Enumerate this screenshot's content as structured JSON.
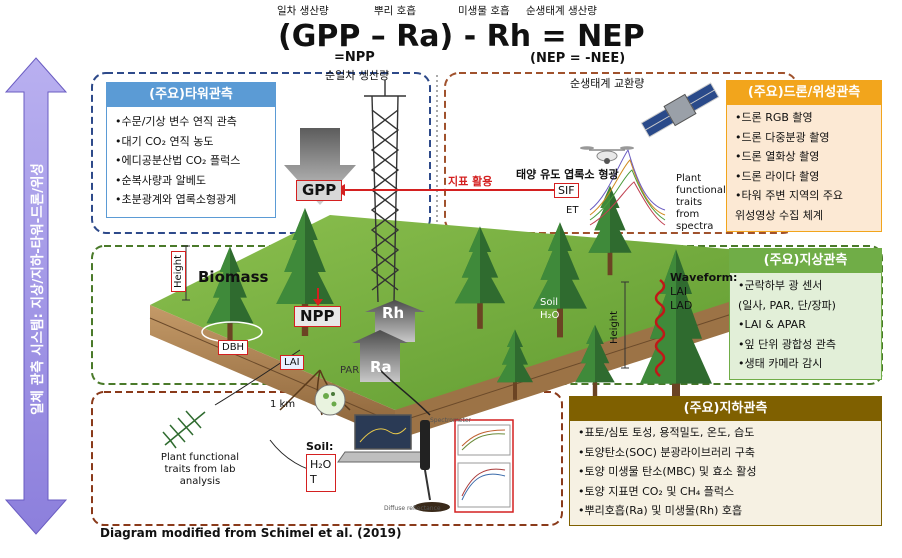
{
  "formula": {
    "gpp_label": "일차 생산량",
    "ra_label": "뿌리 호흡",
    "rh_label": "미생물 호흡",
    "nep_label": "순생태계 생산량",
    "main": "(GPP – Ra) - Rh = NEP",
    "npp_note": "=NPP",
    "nee_note": "(NEP = -NEE)"
  },
  "side_arrow": {
    "text": "일체 관측 시스템: 지상/지하-타워-드론/위성",
    "color": "#9b8fe0"
  },
  "tower_panel": {
    "title": "(주요)타워관측",
    "head_color": "#5b9bd5",
    "items": [
      "•수문/기상 변수 연직 관측",
      "•대기 CO₂ 연직 농도",
      "•에디공분산법 CO₂ 플럭스",
      "•순복사량과 알베도",
      "•초분광계와 엽록소형광계"
    ]
  },
  "drone_panel": {
    "title": "(주요)드론/위성관측",
    "head_color": "#f2a51c",
    "items": [
      "•드론 RGB 촬영",
      "•드론 다중분광 촬영",
      "•드론 열화상 촬영",
      "•드론 라이다 촬영",
      "•타워 주변 지역의 주요",
      " 위성영상 수집 체계"
    ]
  },
  "ground_panel": {
    "title": "(주요)지상관측",
    "head_color": "#70ad47",
    "items": [
      "•군락하부 광 센서",
      " (일사, PAR, 단/장파)",
      "•LAI & APAR",
      "•잎 단위 광합성 관측",
      "•생태 카메라 감시"
    ]
  },
  "soil_panel": {
    "title": "(주요)지하관측",
    "head_color": "#7f6000",
    "items": [
      "•표토/심토 토성, 용적밀도, 온도, 습도",
      "•토양탄소(SOC) 분광라이브러리 구축",
      "•토양 미생물 탄소(MBC) 및 효소 활성",
      "•토양 지표면 CO₂ 및 CH₄ 플럭스",
      "•뿌리호흡(Ra) 및 미생물(Rh) 호흡"
    ]
  },
  "scene_labels": {
    "npp_top": "순일차 생산량",
    "nee_top": "순생태계 교환량",
    "gpp": "GPP",
    "biomass": "Biomass",
    "npp": "NPP",
    "rh": "Rh",
    "ra": "Ra",
    "height": "Height",
    "height2": "Height",
    "dbh": "DBH",
    "lai": "LAI",
    "par": "PAR",
    "km": "1 km",
    "soil_h2o": "Soil H₂O",
    "sif_arrow": "지표 활용",
    "sif": "SIF",
    "et": "ET",
    "sun_induced": "태양 유도 엽록소 형광",
    "pft_spectra": "Plant functional traits from spectra",
    "waveform": "Waveform:",
    "lai2": "LAI",
    "lad": "LAD",
    "soil_label": "Soil:",
    "soil_h2o_box": "H₂O",
    "soil_t_box": "T",
    "pft_lab": "Plant functional traits from lab analysis",
    "spectrometer": "Spectrometer",
    "diffuse": "Diffuse reflectance"
  },
  "caption": "Diagram modified from Schimel et al. (2019)"
}
